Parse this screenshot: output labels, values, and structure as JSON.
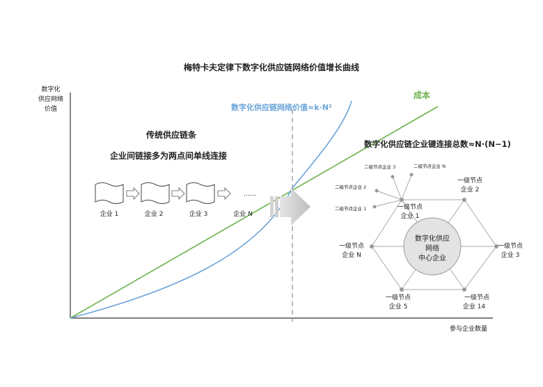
{
  "title": "梅特卡夫定律下数字化供应链网络价值增长曲线",
  "y_axis_label": [
    "数字化",
    "供应网络",
    "价值"
  ],
  "x_axis_label": "参与企业数量",
  "series": {
    "digital_label": "数字化供应链网络价值≈k·N²",
    "cost_label": "成本",
    "digital_color": "#6aa3d8",
    "cost_color": "#6cb24a"
  },
  "traditional": {
    "title": "传统供应链条",
    "subtitle": "企业间链接多为两点间单线连接",
    "companies": [
      "企业 1",
      "企业 2",
      "企业 3",
      "企业 N"
    ],
    "ellipsis": "……"
  },
  "network": {
    "title": "数字化供应链企业键连接总数≈N·(N−1)",
    "center": [
      "数字化供应",
      "网络",
      "中心企业"
    ],
    "first_level_prefix": "一级节点",
    "nodes": {
      "n1": "企业 1",
      "n2": "企业 2",
      "n3": "企业 3",
      "n14": "企业 14",
      "n5": "企业 5",
      "nN": "企业 N"
    },
    "second_level": [
      "二级节点企业 3",
      "二级节点企业 N",
      "二级节点企业 2",
      "二级节点企业 1"
    ]
  }
}
